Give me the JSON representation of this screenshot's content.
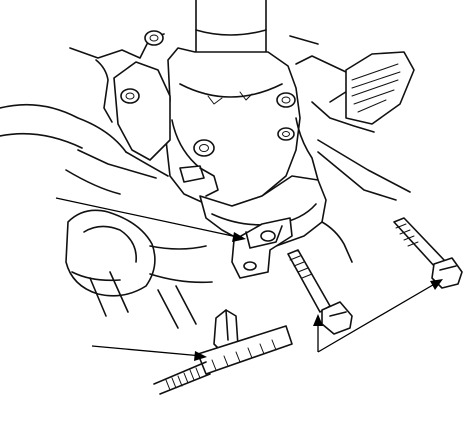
{
  "diagram": {
    "type": "exploded-assembly-illustration",
    "callouts": [
      {
        "id": "bracket",
        "label": ""
      },
      {
        "id": "clip",
        "label": ""
      },
      {
        "id": "bolts",
        "label": ""
      }
    ]
  }
}
